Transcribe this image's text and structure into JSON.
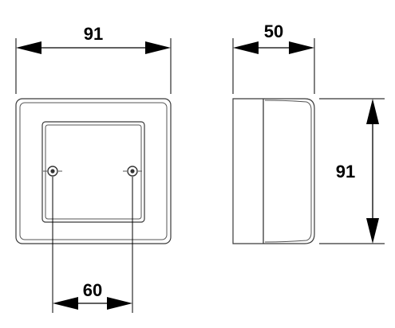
{
  "dimensions": {
    "front_width": "91",
    "side_depth": "50",
    "side_height": "91",
    "screw_spacing": "60"
  },
  "colors": {
    "line": "#3a3a3a",
    "dimension": "#000000",
    "background": "#ffffff"
  }
}
